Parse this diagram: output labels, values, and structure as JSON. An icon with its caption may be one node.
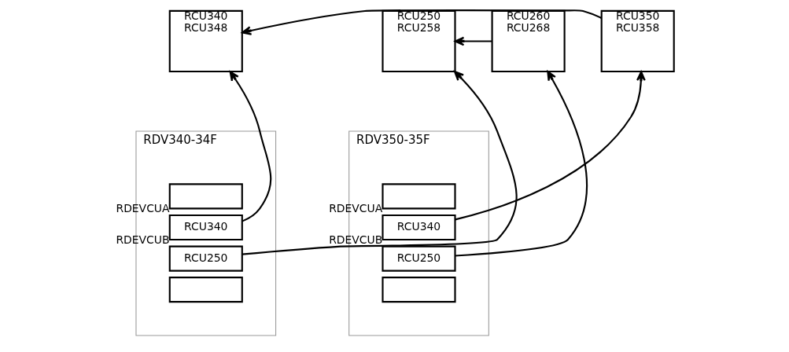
{
  "diagram": {
    "nodes": [
      {
        "text": [
          "RCU340",
          "RCU348"
        ]
      },
      {
        "text": [
          "RCU350",
          "RCU358"
        ]
      },
      {
        "text": [
          "RCU250",
          "RCU258"
        ]
      },
      {
        "text": [
          "RCU260",
          "RCU268"
        ]
      },
      {
        "text": [
          "RDV340-34F"
        ]
      },
      {
        "text": [],
        "shape": "box",
        "in": 4
      },
      {
        "text": [
          "RCU340"
        ],
        "in": 4,
        "beside": [
          "RDEVCUA"
        ]
      },
      {
        "text": [
          "RCU250"
        ],
        "in": 4,
        "beside": [
          "RDEVCUB"
        ]
      },
      {
        "text": [],
        "shape": "box",
        "in": 4
      },
      {
        "text": [
          "RDV350-35F"
        ]
      },
      {
        "text": [],
        "shape": "box",
        "in": 9
      },
      {
        "text": [
          "RCU340"
        ],
        "in": 9,
        "beside": [
          "RDEVCUA"
        ]
      },
      {
        "text": [
          "RCU250"
        ],
        "in": 9,
        "beside": [
          "RDEVCUB"
        ]
      },
      {
        "text": [],
        "shape": "box",
        "in": 9
      }
    ],
    "edges": [
      {
        "from": 6,
        "to": 0,
        "arrow": "to"
      },
      {
        "from": 1,
        "to": 0,
        "arrow": "to"
      },
      {
        "from": 11,
        "to": 1,
        "arrow": "to"
      },
      {
        "from": 7,
        "to": 2,
        "arrow": "to"
      },
      {
        "from": 3,
        "to": 2,
        "arrow": "to"
      },
      {
        "from": 12,
        "to": 3,
        "arrow": "to"
      }
    ]
  }
}
